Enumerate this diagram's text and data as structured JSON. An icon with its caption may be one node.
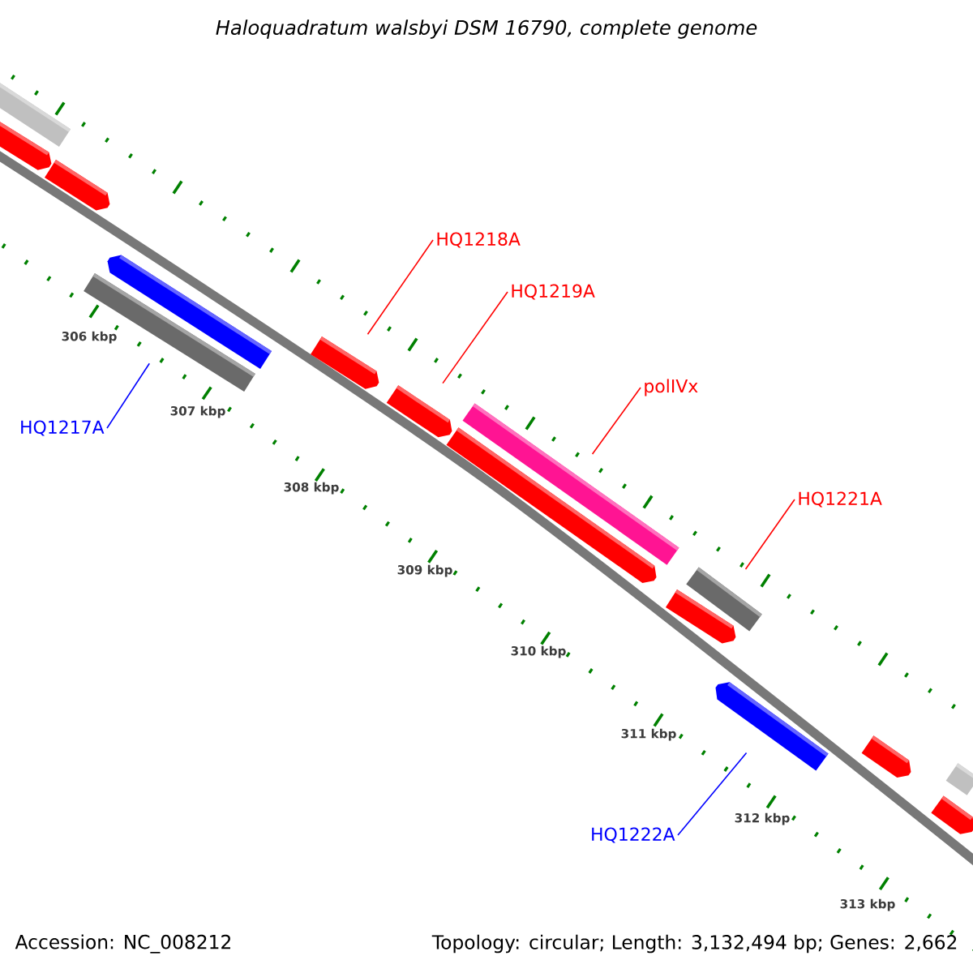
{
  "diagram": {
    "title": "Haloquadratum walsbyi DSM 16790, complete genome",
    "nodes": [
      {
        "text": [
          "HQ1218A"
        ]
      },
      {
        "text": [
          "HQ1219A"
        ]
      },
      {
        "text": [
          "polIVx"
        ]
      },
      {
        "text": [
          "HQ1221A"
        ]
      },
      {
        "text": [
          "HQ1217A"
        ]
      },
      {
        "text": [
          "HQ1222A"
        ]
      },
      {
        "text": [],
        "shape": "bar"
      },
      {
        "text": [],
        "shape": "bar"
      },
      {
        "text": [],
        "shape": "bar"
      },
      {
        "text": [],
        "shape": "bar"
      },
      {
        "text": [],
        "shape": "bar"
      },
      {
        "text": [],
        "shape": "bar"
      },
      {
        "text": [],
        "shape": "bar"
      },
      {
        "text": [],
        "shape": "bar"
      },
      {
        "text": [],
        "shape": "bar"
      },
      {
        "text": [],
        "shape": "bar"
      },
      {
        "text": [],
        "shape": "bar"
      },
      {
        "text": [],
        "shape": "bar"
      },
      {
        "text": [],
        "shape": "bar"
      },
      {
        "text": [],
        "shape": "bar"
      },
      {
        "text": [],
        "shape": "bar"
      }
    ],
    "edges": [
      {
        "from": 0,
        "to": 11,
        "arrow": "none"
      },
      {
        "from": 1,
        "to": 12,
        "arrow": "none"
      },
      {
        "from": 2,
        "to": 13,
        "arrow": "none"
      },
      {
        "from": 3,
        "to": 15,
        "arrow": "none"
      },
      {
        "from": 4,
        "to": 9,
        "arrow": "none",
        "color": "#0000ff"
      },
      {
        "from": 5,
        "to": 17,
        "arrow": "none",
        "color": "#0000ff"
      }
    ],
    "labels": [
      "306 kbp",
      "307 kbp",
      "308 kbp",
      "309 kbp",
      "310 kbp",
      "311 kbp",
      "312 kbp",
      "313 kbp",
      "Accession: NC_008212",
      "Topology: circular; Length: 3,132,494 bp; Genes: 2,662"
    ]
  }
}
